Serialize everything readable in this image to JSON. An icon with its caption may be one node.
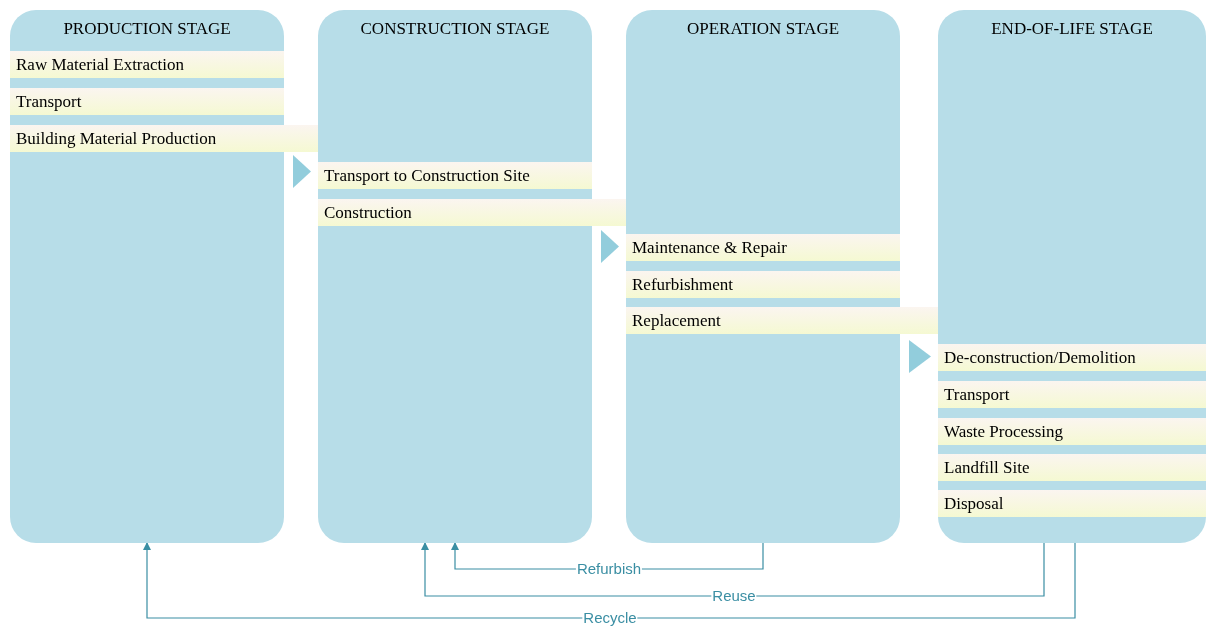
{
  "diagram": {
    "nodes": [
      {
        "text": [
          "PRODUCTION STAGE"
        ]
      },
      {
        "text": [
          "Raw Material Extraction"
        ],
        "in": 0
      },
      {
        "text": [
          "Transport"
        ],
        "in": 0
      },
      {
        "text": [
          "Building Material Production"
        ],
        "in": 0
      },
      {
        "text": [
          "CONSTRUCTION STAGE"
        ]
      },
      {
        "text": [
          "Transport to Construction Site"
        ],
        "in": 4
      },
      {
        "text": [
          "Construction"
        ],
        "in": 4
      },
      {
        "text": [
          "OPERATION STAGE"
        ]
      },
      {
        "text": [
          "Maintenance & Repair"
        ],
        "in": 7
      },
      {
        "text": [
          "Refurbishment"
        ],
        "in": 7
      },
      {
        "text": [
          "Replacement"
        ],
        "in": 7
      },
      {
        "text": [
          "END-OF-LIFE STAGE"
        ]
      },
      {
        "text": [
          "De-construction/Demolition"
        ],
        "in": 11
      },
      {
        "text": [
          "Transport"
        ],
        "in": 11
      },
      {
        "text": [
          "Waste Processing"
        ],
        "in": 11
      },
      {
        "text": [
          "Landfill Site"
        ],
        "in": 11
      },
      {
        "text": [
          "Disposal"
        ],
        "in": 11
      }
    ],
    "edges": [
      {
        "from": 0,
        "to": 4,
        "arrow": "to",
        "style": "thick",
        "color": "#92cddc"
      },
      {
        "from": 4,
        "to": 7,
        "arrow": "to",
        "style": "thick",
        "color": "#92cddc"
      },
      {
        "from": 7,
        "to": 11,
        "arrow": "to",
        "style": "thick",
        "color": "#92cddc"
      },
      {
        "from": 7,
        "to": 4,
        "arrow": "to",
        "label": "Refurbish"
      },
      {
        "from": 11,
        "to": 4,
        "arrow": "to",
        "label": "Reuse"
      },
      {
        "from": 11,
        "to": 0,
        "arrow": "to",
        "label": "Recycle"
      }
    ]
  }
}
